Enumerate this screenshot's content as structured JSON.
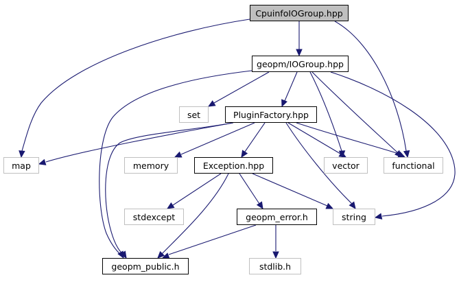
{
  "diagram": {
    "type": "include-dependency-graph",
    "nodes": [
      {
        "id": "cpuinfo",
        "label": "CpuinfoIOGroup.hpp",
        "kind": "root"
      },
      {
        "id": "iogroup",
        "label": "geopm/IOGroup.hpp",
        "kind": "internal"
      },
      {
        "id": "set",
        "label": "set",
        "kind": "external"
      },
      {
        "id": "pluginfactory",
        "label": "PluginFactory.hpp",
        "kind": "internal"
      },
      {
        "id": "map",
        "label": "map",
        "kind": "external"
      },
      {
        "id": "memory",
        "label": "memory",
        "kind": "external"
      },
      {
        "id": "exception",
        "label": "Exception.hpp",
        "kind": "internal"
      },
      {
        "id": "vector",
        "label": "vector",
        "kind": "external"
      },
      {
        "id": "functional",
        "label": "functional",
        "kind": "external"
      },
      {
        "id": "stdexcept",
        "label": "stdexcept",
        "kind": "external"
      },
      {
        "id": "geopm_error",
        "label": "geopm_error.h",
        "kind": "internal"
      },
      {
        "id": "string",
        "label": "string",
        "kind": "external"
      },
      {
        "id": "geopm_public",
        "label": "geopm_public.h",
        "kind": "internal"
      },
      {
        "id": "stdlib",
        "label": "stdlib.h",
        "kind": "external"
      }
    ],
    "edges": [
      {
        "from": "cpuinfo",
        "to": "iogroup"
      },
      {
        "from": "cpuinfo",
        "to": "map"
      },
      {
        "from": "cpuinfo",
        "to": "functional"
      },
      {
        "from": "iogroup",
        "to": "set"
      },
      {
        "from": "iogroup",
        "to": "pluginfactory"
      },
      {
        "from": "iogroup",
        "to": "geopm_public"
      },
      {
        "from": "iogroup",
        "to": "vector"
      },
      {
        "from": "iogroup",
        "to": "functional"
      },
      {
        "from": "iogroup",
        "to": "string"
      },
      {
        "from": "pluginfactory",
        "to": "map"
      },
      {
        "from": "pluginfactory",
        "to": "memory"
      },
      {
        "from": "pluginfactory",
        "to": "exception"
      },
      {
        "from": "pluginfactory",
        "to": "vector"
      },
      {
        "from": "pluginfactory",
        "to": "functional"
      },
      {
        "from": "pluginfactory",
        "to": "string"
      },
      {
        "from": "pluginfactory",
        "to": "geopm_public"
      },
      {
        "from": "exception",
        "to": "stdexcept"
      },
      {
        "from": "exception",
        "to": "geopm_error"
      },
      {
        "from": "exception",
        "to": "string"
      },
      {
        "from": "exception",
        "to": "geopm_public"
      },
      {
        "from": "geopm_error",
        "to": "geopm_public"
      },
      {
        "from": "geopm_error",
        "to": "stdlib"
      }
    ],
    "colors": {
      "edge": "#191970",
      "root_fill": "#bfbfbf",
      "internal_border": "#000000",
      "external_border": "#bfbfbf"
    }
  }
}
